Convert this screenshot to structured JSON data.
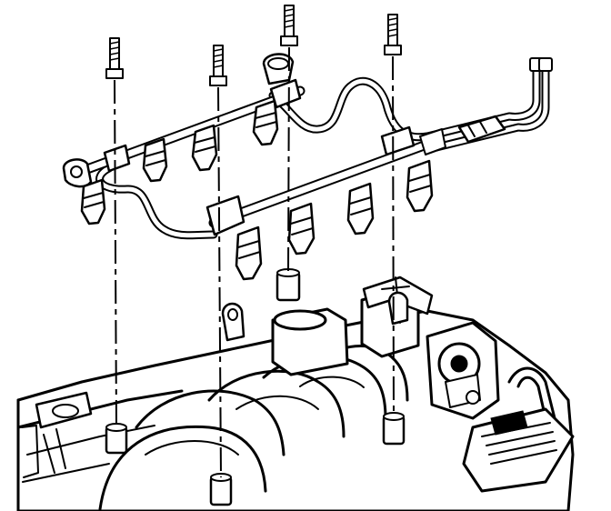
{
  "diagram": {
    "style": "black line-art technical illustration",
    "colors": {
      "ink": "#000000",
      "paper": "#ffffff"
    },
    "components": {
      "bolts": 4,
      "fuel_injectors": 8,
      "fuel_rails": 2,
      "fuel_lines": 2,
      "mounting_bosses": 4
    }
  }
}
